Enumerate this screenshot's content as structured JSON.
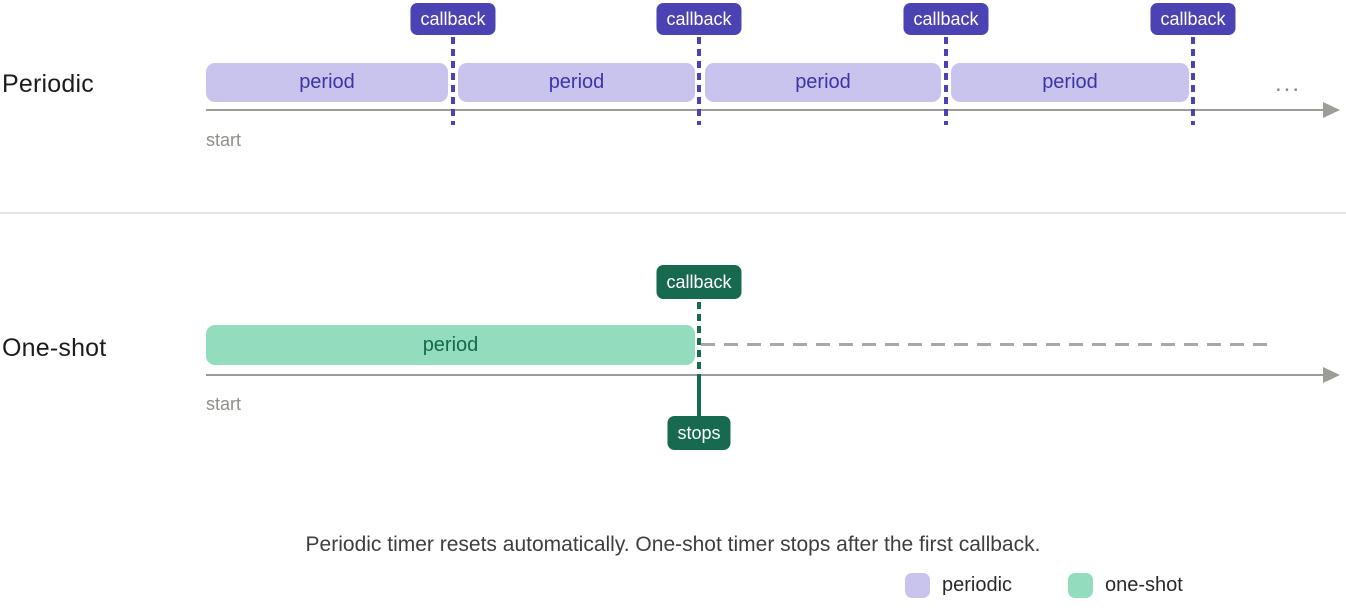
{
  "caption": "Periodic timer resets automatically. One-shot timer stops after the first callback.",
  "colors": {
    "periodic_fill": "#c9c4ee",
    "periodic_accent": "#4b42b4",
    "oneshot_fill": "#93dcbe",
    "oneshot_accent": "#17694f",
    "timeline_gray": "#9d9d97"
  },
  "periodic": {
    "label": "Periodic",
    "start_label": "start",
    "ellipsis": "...",
    "bars": [
      "period",
      "period",
      "period",
      "period"
    ],
    "callbacks": [
      "callback",
      "callback",
      "callback",
      "callback"
    ]
  },
  "one_shot": {
    "label": "One-shot",
    "start_label": "start",
    "bar_label": "period",
    "callback_label": "callback",
    "stops_label": "stops"
  },
  "legend": [
    {
      "label": "periodic",
      "color": "#c9c4ee"
    },
    {
      "label": "one-shot",
      "color": "#93dcbe"
    }
  ]
}
